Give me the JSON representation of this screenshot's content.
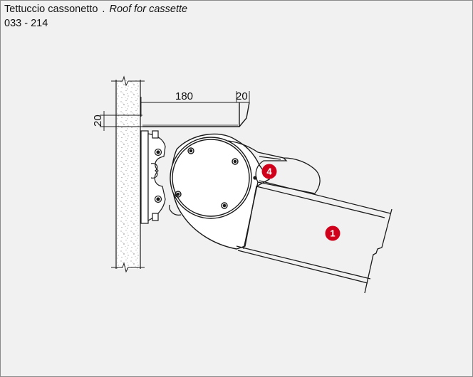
{
  "header": {
    "title_it": "Tettuccio cassonetto",
    "separator": ".",
    "title_en": "Roof for cassette",
    "code": "033 - 214"
  },
  "dimensions": {
    "roof_width": "180",
    "roof_lip": "20",
    "roof_height": "20"
  },
  "callouts": [
    {
      "label": "4"
    },
    {
      "label": "1"
    }
  ],
  "colors": {
    "background": "#f1f1f1",
    "border": "#8a8a8a",
    "line": "#1a1a1a",
    "callout": "#d0021b"
  }
}
